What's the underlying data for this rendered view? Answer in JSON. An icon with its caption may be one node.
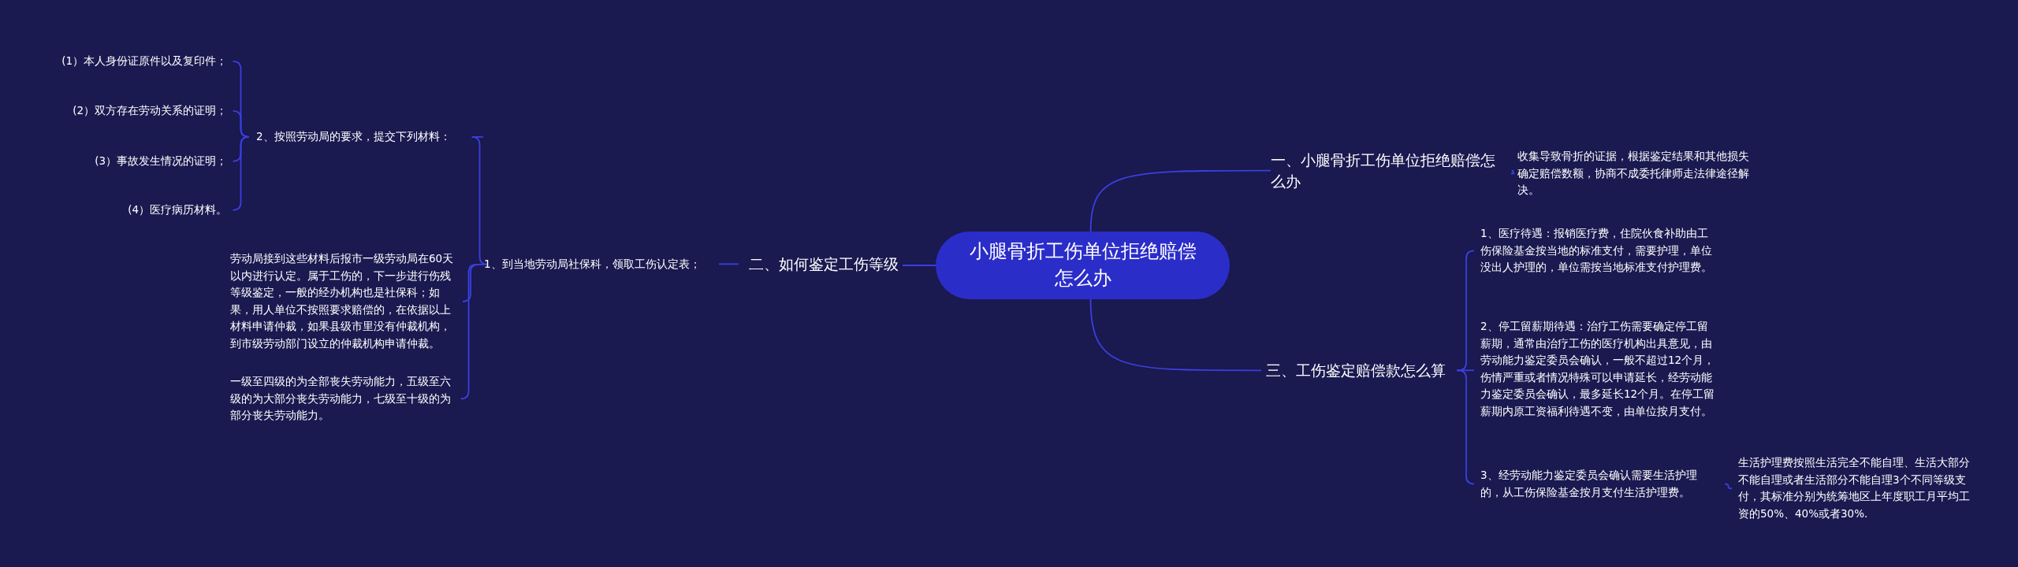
{
  "diagram": {
    "nodes": [
      {
        "text": [
          "小腿骨折工伤单位拒绝赔偿怎么办"
        ]
      },
      {
        "text": [
          "一、小腿骨折工伤单位拒绝赔偿怎么办"
        ]
      },
      {
        "text": [
          "收集导致骨折的证据，根据鉴定结果和其他损失确定赔偿数额，协商不成委托律师走法律途径解决。"
        ]
      },
      {
        "text": [
          "二、如何鉴定工伤等级"
        ]
      },
      {
        "text": [
          "1、到当地劳动局社保科，领取工伤认定表；"
        ]
      },
      {
        "text": [
          "2、按照劳动局的要求，提交下列材料："
        ]
      },
      {
        "text": [
          "(1）本人身份证原件以及复印件；"
        ]
      },
      {
        "text": [
          "(2）双方存在劳动关系的证明；"
        ]
      },
      {
        "text": [
          "(3）事故发生情况的证明；"
        ]
      },
      {
        "text": [
          "(4）医疗病历材料。"
        ]
      },
      {
        "text": [
          "劳动局接到这些材料后报市一级劳动局在60天以内进行认定。属于工伤的，下一步进行伤残等级鉴定，一般的经办机构也是社保科；如果，用人单位不按照要求赔偿的，在依据以上材料申请仲裁，如果县级市里没有仲裁机构，到市级劳动部门设立的仲裁机构申请仲裁。"
        ]
      },
      {
        "text": [
          "一级至四级的为全部丧失劳动能力，五级至六级的为大部分丧失劳动能力，七级至十级的为部分丧失劳动能力。"
        ]
      },
      {
        "text": [
          "三、工伤鉴定赔偿款怎么算"
        ]
      },
      {
        "text": [
          "1、医疗待遇：报销医疗费，住院伙食补助由工伤保险基金按当地的标准支付，需要护理，单位没出人护理的，单位需按当地标准支付护理费。"
        ]
      },
      {
        "text": [
          "2、停工留薪期待遇：治疗工伤需要确定停工留薪期，通常由治疗工伤的医疗机构出具意见，由劳动能力鉴定委员会确认，一般不超过12个月，伤情严重或者情况特殊可以申请延长，经劳动能力鉴定委员会确认，最多延长12个月。在停工留薪期内原工资福利待遇不变，由单位按月支付。"
        ]
      },
      {
        "text": [
          "3、经劳动能力鉴定委员会确认需要生活护理的，从工伤保险基金按月支付生活护理费。"
        ]
      },
      {
        "text": [
          "生活护理费按照生活完全不能自理、生活大部分不能自理或者生活部分不能自理3个不同等级支付，其标准分别为统筹地区上年度职工月平均工资的50%、40%或者30%."
        ]
      }
    ],
    "edges": [
      {
        "from": 0,
        "to": 1,
        "arrow": "none"
      },
      {
        "from": 1,
        "to": 2,
        "arrow": "none"
      },
      {
        "from": 0,
        "to": 3,
        "arrow": "none"
      },
      {
        "from": 3,
        "to": 4,
        "arrow": "none"
      },
      {
        "from": 4,
        "to": 5,
        "arrow": "none"
      },
      {
        "from": 5,
        "to": 6,
        "arrow": "none"
      },
      {
        "from": 5,
        "to": 7,
        "arrow": "none"
      },
      {
        "from": 5,
        "to": 8,
        "arrow": "none"
      },
      {
        "from": 5,
        "to": 9,
        "arrow": "none"
      },
      {
        "from": 4,
        "to": 10,
        "arrow": "none"
      },
      {
        "from": 4,
        "to": 11,
        "arrow": "none"
      },
      {
        "from": 0,
        "to": 12,
        "arrow": "none"
      },
      {
        "from": 12,
        "to": 13,
        "arrow": "none"
      },
      {
        "from": 12,
        "to": 14,
        "arrow": "none"
      },
      {
        "from": 12,
        "to": 15,
        "arrow": "none"
      },
      {
        "from": 15,
        "to": 16,
        "arrow": "none"
      }
    ]
  }
}
